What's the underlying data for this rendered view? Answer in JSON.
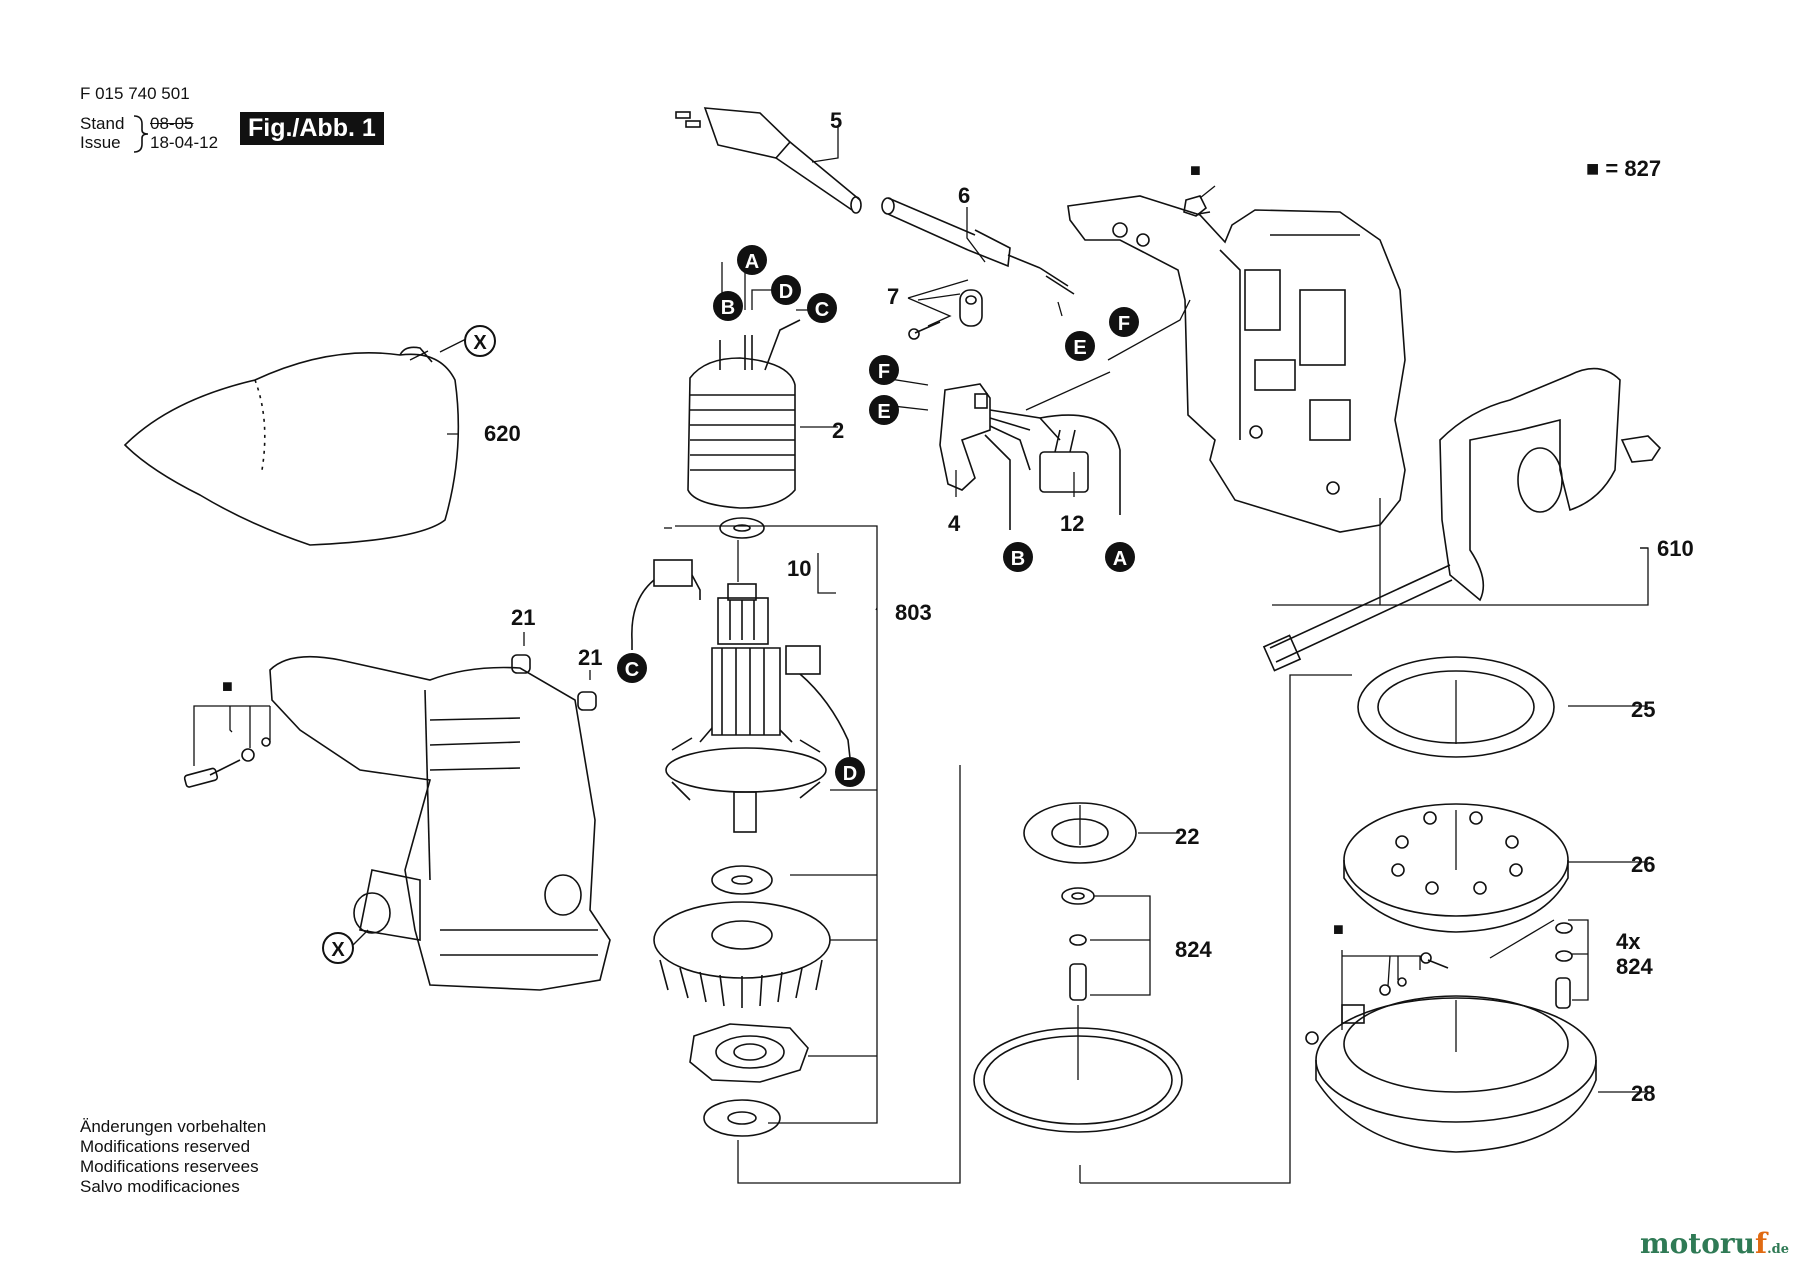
{
  "header": {
    "doc_number": "F 015 740 501",
    "stand_label": "Stand",
    "issue_label": "Issue",
    "stand_date": "08-05",
    "issue_date": "18-04-12",
    "figure_label": "Fig./Abb. 1"
  },
  "legend": {
    "symbol": "■",
    "text": "■ = 827"
  },
  "notes": [
    "Änderungen vorbehalten",
    "Modifications reserved",
    "Modifications reservees",
    "Salvo modificaciones"
  ],
  "watermark": {
    "name_main": "motoru",
    "name_accent": "f",
    "tld": ".de"
  },
  "part_labels": {
    "p5": "5",
    "p6": "6",
    "p7": "7",
    "p2": "2",
    "p4": "4",
    "p12": "12",
    "p620": "620",
    "p10": "10",
    "p803": "803",
    "p21a": "21",
    "p21b": "21",
    "p610": "610",
    "p25": "25",
    "p22": "22",
    "p26": "26",
    "p824a": "824",
    "p4x": "4x",
    "p824b": "824",
    "p28": "28"
  },
  "callouts": {
    "A1": "A",
    "B1": "B",
    "D1": "D",
    "C1": "C",
    "F1": "F",
    "E1": "E",
    "F2": "F",
    "E2": "E",
    "B2": "B",
    "A2": "A",
    "C2": "C",
    "D2": "D",
    "X1": "X",
    "X2": "X"
  },
  "markers": {
    "m1": "■",
    "m2": "■",
    "m3": "■"
  }
}
